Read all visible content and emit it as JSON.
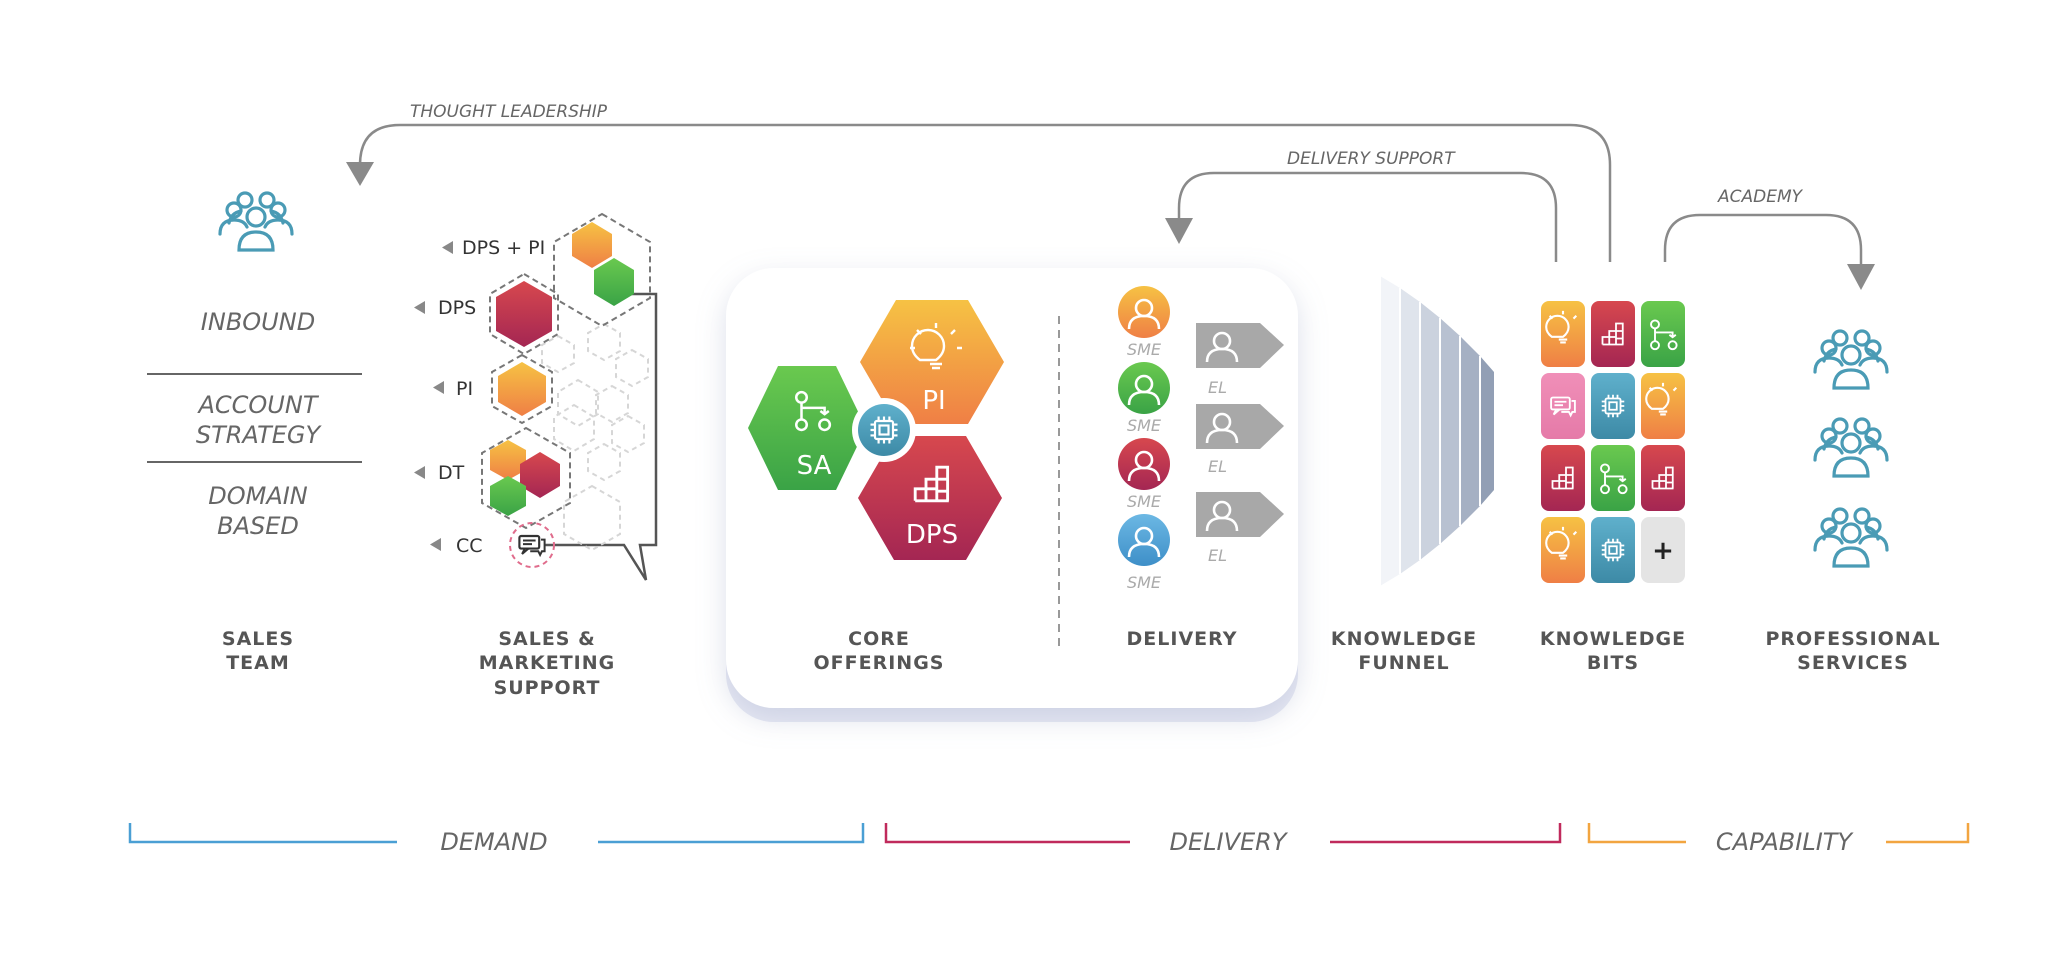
{
  "flows": {
    "thought_leadership": "THOUGHT LEADERSHIP",
    "delivery_support": "DELIVERY SUPPORT",
    "academy": "ACADEMY"
  },
  "sales_team": {
    "inbound": "INBOUND",
    "account_strategy_1": "ACCOUNT",
    "account_strategy_2": "STRATEGY",
    "domain_based_1": "DOMAIN",
    "domain_based_2": "BASED",
    "title_1": "SALES",
    "title_2": "TEAM"
  },
  "sales_marketing": {
    "items": [
      "DPS + PI",
      "DPS",
      "PI",
      "DT",
      "CC"
    ],
    "title_1": "SALES &",
    "title_2": "MARKETING",
    "title_3": "SUPPORT"
  },
  "core": {
    "sa": "SA",
    "pi": "PI",
    "dps": "DPS",
    "title_1": "CORE",
    "title_2": "OFFERINGS"
  },
  "delivery": {
    "sme": [
      "SME",
      "SME",
      "SME",
      "SME"
    ],
    "el": [
      "EL",
      "EL",
      "EL"
    ],
    "title": "DELIVERY"
  },
  "funnel": {
    "title_1": "KNOWLEDGE",
    "title_2": "FUNNEL"
  },
  "bits": {
    "plus": "+",
    "title_1": "KNOWLEDGE",
    "title_2": "BITS"
  },
  "services": {
    "title_1": "PROFESSIONAL",
    "title_2": "SERVICES"
  },
  "brackets": {
    "demand": "DEMAND",
    "delivery": "DELIVERY",
    "capability": "CAPABILITY"
  },
  "colors": {
    "green": "#4db848",
    "orange": "#f08a3c",
    "crimson": "#b5304f",
    "blue": "#4a9fd4",
    "teal": "#4a9bb5",
    "demand_line": "#4a9fd4",
    "delivery_line": "#c02a5c",
    "capability_line": "#f2a540"
  },
  "icons": [
    "team-icon",
    "flow-icon",
    "chip-icon",
    "bulb-icon",
    "bars-icon",
    "chat-icon",
    "person-icon",
    "plus-icon"
  ]
}
